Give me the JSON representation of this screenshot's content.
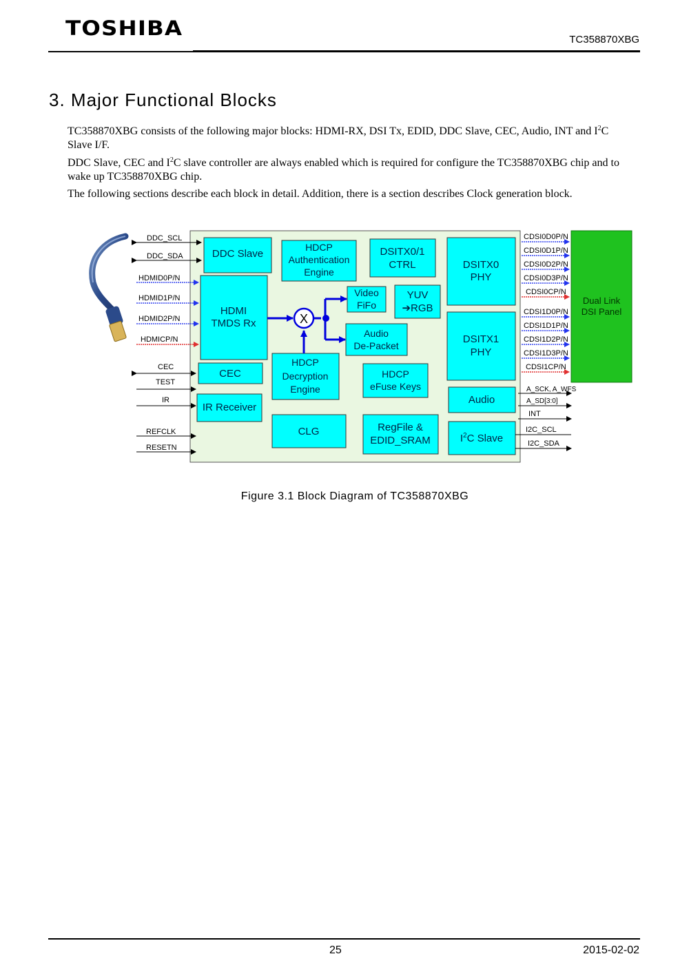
{
  "header": {
    "logo": "TOSHIBA",
    "doc_id": "TC358870XBG"
  },
  "section": {
    "title": "3. Major Functional Blocks"
  },
  "paragraphs": {
    "p1_a": "TC358870XBG consists of the following major blocks: HDMI-RX, DSI Tx, EDID, DDC Slave, CEC, Audio, INT and I",
    "p1_sup": "2",
    "p1_b": "C Slave I/F.",
    "p2_a": "DDC Slave, CEC and I",
    "p2_sup": "2",
    "p2_b": "C slave controller are always enabled which is required for configure the TC358870XBG chip and to wake up TC358870XBG chip.",
    "p3": "The following sections describe each block in detail. Addition, there is a section describes Clock generation block."
  },
  "diagram": {
    "left_signals": [
      "DDC_SCL",
      "DDC_SDA",
      "HDMID0P/N",
      "HDMID1P/N",
      "HDMID2P/N",
      "HDMICP/N",
      "CEC",
      "TEST",
      "IR",
      "REFCLK",
      "RESETN"
    ],
    "right_signals": [
      "CDSI0D0P/N",
      "CDSI0D1P/N",
      "CDSI0D2P/N",
      "CDSI0D3P/N",
      "CDSI0CP/N",
      "CDSI1D0P/N",
      "CDSI1D1P/N",
      "CDSI1D2P/N",
      "CDSI1D3P/N",
      "CDSI1CP/N",
      "A_SCK, A_WFS",
      "A_SD[3:0]",
      "INT",
      "I2C_SCL",
      "I2C_SDA"
    ],
    "blocks": {
      "ddc_slave": "DDC Slave",
      "hdcp_auth": [
        "HDCP",
        "Authentication",
        "Engine"
      ],
      "dsitx_ctrl": [
        "DSITX0/1",
        "CTRL"
      ],
      "dsitx0_phy": [
        "DSITX0",
        "PHY"
      ],
      "dsitx1_phy": [
        "DSITX1",
        "PHY"
      ],
      "hdmi_rx": [
        "HDMI",
        "TMDS Rx"
      ],
      "mux": "X",
      "video_fifo": [
        "Video",
        "FiFo"
      ],
      "yuv": [
        "YUV",
        "➔RGB"
      ],
      "audio_depacket": [
        "Audio",
        "De-Packet"
      ],
      "cec": "CEC",
      "hdcp_decrypt": [
        "HDCP",
        "Decryption",
        "Engine"
      ],
      "hdcp_efuse": [
        "HDCP",
        "eFuse Keys"
      ],
      "audio": "Audio",
      "ir_receiver": "IR Receiver",
      "clg": "CLG",
      "regfile": [
        "RegFile  &",
        "EDID_SRAM"
      ],
      "i2c_slave_pre": "I",
      "i2c_slave_sup": "2",
      "i2c_slave_post": "C Slave",
      "panel": [
        "Dual Link",
        "DSI Panel"
      ]
    },
    "colors": {
      "block_fill": "#00ffff",
      "chip_bg": "#eaf7e1",
      "panel_fill": "#1fc21f",
      "arrow_blue": "#0000dd",
      "diff_red": "#e03030"
    }
  },
  "caption": "Figure 3.1    Block Diagram of TC358870XBG",
  "footer": {
    "page_number": "25",
    "date": "2015-02-02"
  }
}
